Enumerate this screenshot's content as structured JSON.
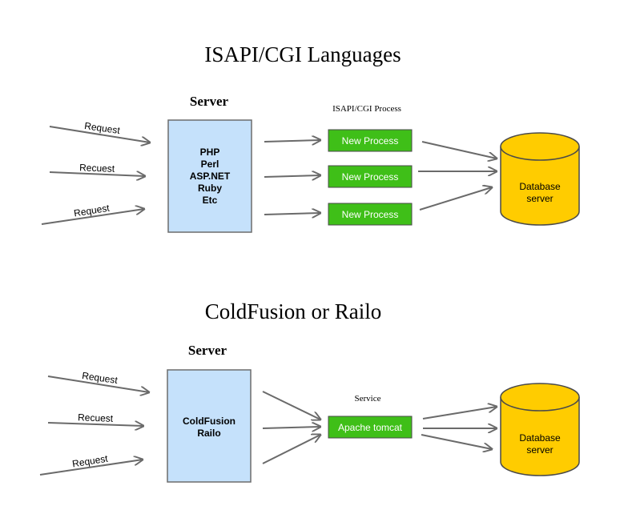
{
  "colors": {
    "server_fill": "#c5e1fb",
    "server_border": "#6d6d6d",
    "process_fill": "#3fbf18",
    "process_border": "#4a4a4a",
    "db_fill": "#ffcc00",
    "db_border": "#4a4a4a",
    "arrow": "#6a6a6a"
  },
  "section1": {
    "title": "ISAPI/CGI Languages",
    "server_heading": "Server",
    "requests": [
      "Request",
      "Recuest",
      "Request"
    ],
    "server_lines": [
      "PHP",
      "Perl",
      "ASP.NET",
      "Ruby",
      "Etc"
    ],
    "process_heading": "ISAPI/CGI Process",
    "processes": [
      "New Process",
      "New Process",
      "New Process"
    ],
    "database": [
      "Database",
      "server"
    ]
  },
  "section2": {
    "title": "ColdFusion or Railo",
    "server_heading": "Server",
    "requests": [
      "Request",
      "Recuest",
      "Request"
    ],
    "server_lines": [
      "ColdFusion",
      "Railo"
    ],
    "service_heading": "Service",
    "service": "Apache tomcat",
    "database": [
      "Database",
      "server"
    ]
  }
}
